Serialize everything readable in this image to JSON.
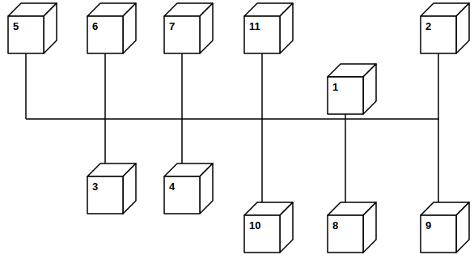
{
  "diagram": {
    "nodes": [
      {
        "text": [
          "5"
        ]
      },
      {
        "text": [
          "6"
        ]
      },
      {
        "text": [
          "7"
        ]
      },
      {
        "text": [
          "11"
        ]
      },
      {
        "text": [
          "2"
        ]
      },
      {
        "text": [
          "1"
        ]
      },
      {
        "text": [
          "3"
        ]
      },
      {
        "text": [
          "4"
        ]
      },
      {
        "text": [
          "10"
        ]
      },
      {
        "text": [
          "8"
        ]
      },
      {
        "text": [
          "9"
        ]
      }
    ],
    "edges": [
      {
        "from": 1,
        "to": 6,
        "arrow": "none"
      },
      {
        "from": 2,
        "to": 7,
        "arrow": "none"
      },
      {
        "from": 3,
        "to": 8,
        "arrow": "none"
      },
      {
        "from": 5,
        "to": 9,
        "arrow": "none"
      },
      {
        "from": 4,
        "to": 10,
        "arrow": "none"
      }
    ]
  }
}
